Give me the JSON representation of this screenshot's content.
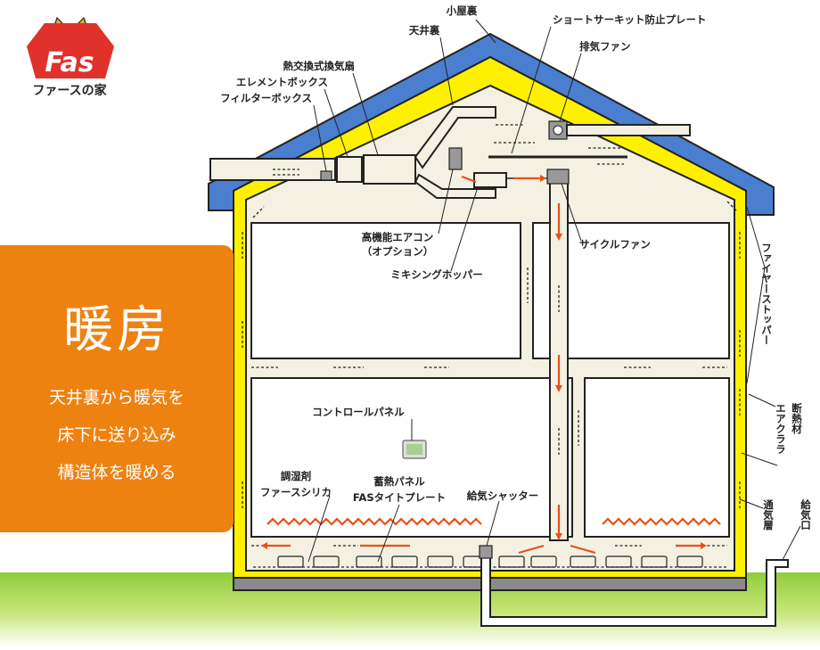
{
  "brand": {
    "logo_text": "Fas",
    "name": "ファースの家",
    "colors": {
      "red": "#e0312b",
      "orange": "#ee8211",
      "roof": "#4a7fcf",
      "insulation": "#fff000",
      "ground": "#8fcd3c"
    }
  },
  "panel": {
    "title": "暖房",
    "lines": [
      "天井裏から暖気を",
      "床下に送り込み",
      "構造体を暖める"
    ]
  },
  "labels": {
    "attic": "小屋裏",
    "ceiling_space": "天井裏",
    "short_circuit_plate": "ショートサーキット防止プレート",
    "exhaust_fan": "排気ファン",
    "heat_exchanger": "熱交換式換気扇",
    "element_box": "エレメントボックス",
    "filter_box": "フィルターボックス",
    "aircon": "高機能エアコン",
    "aircon_option": "（オプション）",
    "mixing_hopper": "ミキシングホッパー",
    "cycle_fan": "サイクルファン",
    "fire_stopper": "ファイヤーストッパー",
    "insulation": "断熱材",
    "aircrafter": "エアクララ",
    "air_layer": "通気層",
    "air_inlet": "給気口",
    "control_panel": "コントロールパネル",
    "humidity_agent": "調湿剤",
    "fas_silica": "ファースシリカ",
    "heat_storage_panel": "蓄熱パネル",
    "fas_tight_plate": "FASタイトプレート",
    "supply_shutter": "給気シャッター"
  }
}
